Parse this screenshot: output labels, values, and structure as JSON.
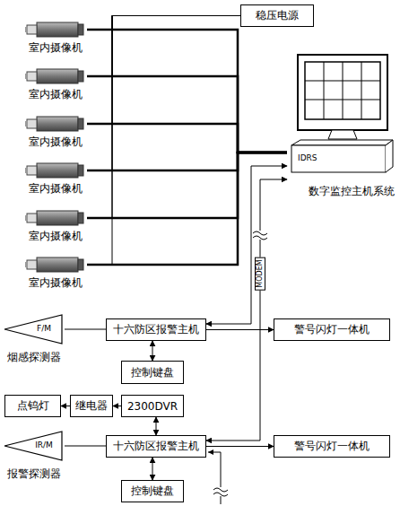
{
  "diagram": {
    "nodes": [
      {
        "text": [
          "稳压电源"
        ]
      },
      {
        "text": [
          "室内摄像机"
        ]
      },
      {
        "text": [
          "室内摄像机"
        ]
      },
      {
        "text": [
          "室内摄像机"
        ]
      },
      {
        "text": [
          "室内摄像机"
        ]
      },
      {
        "text": [
          "室内摄像机"
        ]
      },
      {
        "text": [
          "室内摄像机"
        ]
      },
      {
        "text": [
          "IDRS",
          "数字监控主机系统"
        ]
      },
      {
        "text": [
          "F/M",
          "烟感探测器"
        ]
      },
      {
        "text": [
          "十六防区报警主机"
        ]
      },
      {
        "text": [
          "警号闪灯一体机"
        ]
      },
      {
        "text": [
          "控制键盘"
        ]
      },
      {
        "text": [
          "点钨灯"
        ]
      },
      {
        "text": [
          "继电器"
        ]
      },
      {
        "text": [
          "2300DVR"
        ]
      },
      {
        "text": [
          "IR/M",
          "报警探测器"
        ]
      },
      {
        "text": [
          "十六防区报警主机"
        ]
      },
      {
        "text": [
          "警号闪灯一体机"
        ]
      },
      {
        "text": [
          "控制键盘"
        ]
      }
    ],
    "edges": [
      {
        "from": 0,
        "to": 1,
        "arrow": "none"
      },
      {
        "from": 0,
        "to": 2,
        "arrow": "none"
      },
      {
        "from": 0,
        "to": 3,
        "arrow": "none"
      },
      {
        "from": 0,
        "to": 4,
        "arrow": "none"
      },
      {
        "from": 0,
        "to": 5,
        "arrow": "none"
      },
      {
        "from": 0,
        "to": 6,
        "arrow": "none"
      },
      {
        "from": 1,
        "to": 7,
        "arrow": "none"
      },
      {
        "from": 2,
        "to": 7,
        "arrow": "none"
      },
      {
        "from": 3,
        "to": 7,
        "arrow": "none"
      },
      {
        "from": 4,
        "to": 7,
        "arrow": "none"
      },
      {
        "from": 5,
        "to": 7,
        "arrow": "none"
      },
      {
        "from": 6,
        "to": 7,
        "arrow": "none"
      },
      {
        "from": 8,
        "to": 9,
        "arrow": "none"
      },
      {
        "from": 9,
        "to": 10,
        "arrow": "to"
      },
      {
        "from": 9,
        "to": 11,
        "arrow": "both"
      },
      {
        "from": 9,
        "to": 7,
        "arrow": "both"
      },
      {
        "from": 14,
        "to": 13,
        "arrow": "to"
      },
      {
        "from": 13,
        "to": 12,
        "arrow": "to"
      },
      {
        "from": 14,
        "to": 16,
        "arrow": "both"
      },
      {
        "from": 15,
        "to": 16,
        "arrow": "none"
      },
      {
        "from": 16,
        "to": 17,
        "arrow": "to"
      },
      {
        "from": 16,
        "to": 18,
        "arrow": "both"
      },
      {
        "from": 16,
        "to": 7,
        "arrow": "both"
      }
    ],
    "labels": [
      "MODEM"
    ]
  }
}
